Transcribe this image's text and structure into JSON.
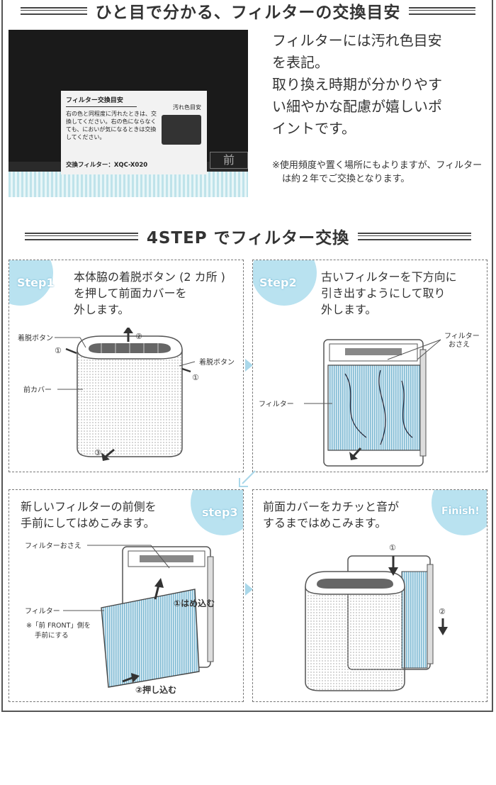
{
  "section1": {
    "title": "ひと目で分かる、フィルターの交換目安",
    "photo": {
      "label_title": "フィルター交換目安",
      "label_body": "右の色と同程度に汚れたときは、交換してください。右の色にならなくても、においが気になるときは交換してください。",
      "swatch_title": "汚れ色目安",
      "model": "交換フィルター：XQC-X020",
      "front_mark": "前"
    },
    "desc_lines": [
      "フィルターには汚れ色目安",
      "を表記。",
      "取り換え時期が分かりやす",
      "い細やかな配慮が嬉しいポ",
      "イントです。"
    ],
    "note": "※使用頻度や置く場所にもよりますが、フィルターは約２年でご交換となります。"
  },
  "section2": {
    "title": "4STEP でフィルター交換",
    "steps": [
      {
        "badge": "Step1",
        "text_lines": [
          "本体脇の着脱ボタン (2 カ所 )",
          "を押して前面カバーを",
          "外します。"
        ],
        "callouts": {
          "button_left": "着脱ボタン",
          "button_right": "着脱ボタン",
          "front_cover": "前カバー",
          "n1": "①",
          "n2": "②",
          "n3": "③"
        }
      },
      {
        "badge": "Step2",
        "text_lines": [
          "古いフィルターを下方向に",
          "引き出すようにして取り",
          "外します。"
        ],
        "callouts": {
          "holder_line1": "フィルター",
          "holder_line2": "おさえ",
          "filter": "フィルター"
        }
      },
      {
        "badge": "step3",
        "text_lines": [
          "新しいフィルターの前側を",
          "手前にしてはめこみます。"
        ],
        "callouts": {
          "holder": "フィルターおさえ",
          "filter": "フィルター",
          "note_line1": "※「前 FRONT」側を",
          "note_line2": "手前にする",
          "fit_in": "①はめ込む",
          "push_in": "②押し込む"
        }
      },
      {
        "badge": "Finish!",
        "text_lines": [
          "前面カバーをカチッと音が",
          "するまではめこみます。"
        ],
        "callouts": {
          "n1": "①",
          "n2": "②"
        }
      }
    ]
  },
  "colors": {
    "accent": "#b9e2f0",
    "arrow": "#aad8ea",
    "text": "#333333",
    "frame": "#555555"
  }
}
